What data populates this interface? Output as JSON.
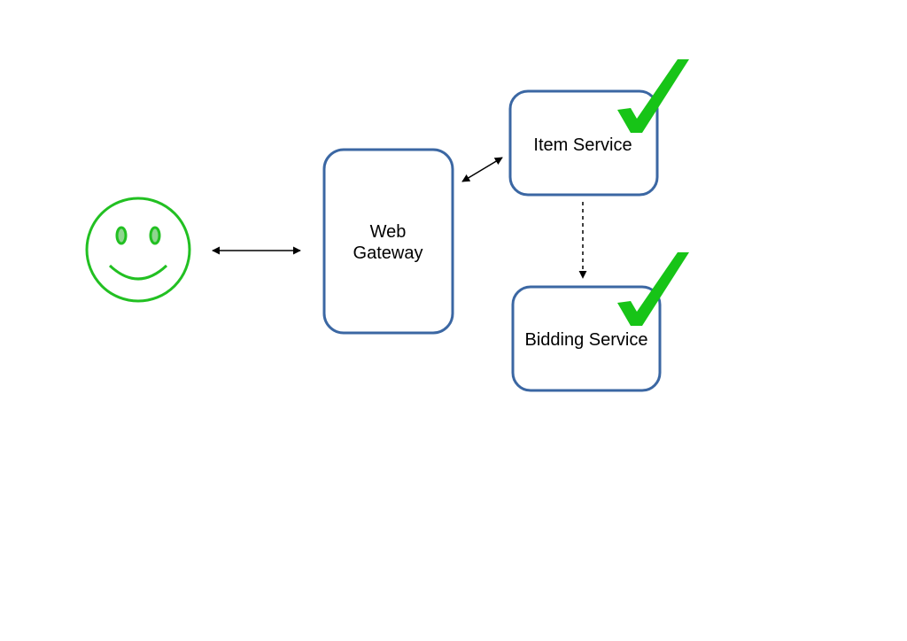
{
  "diagram": {
    "nodes": {
      "user": {
        "icon": "smiley-face-icon"
      },
      "gateway": {
        "line1": "Web",
        "line2": "Gateway"
      },
      "item_service": {
        "label": "Item Service",
        "status_icon": "checkmark-icon"
      },
      "bidding_service": {
        "label": "Bidding Service",
        "status_icon": "checkmark-icon"
      }
    },
    "edges": [
      {
        "from": "user",
        "to": "gateway",
        "style": "solid",
        "direction": "both"
      },
      {
        "from": "gateway",
        "to": "item_service",
        "style": "solid",
        "direction": "both"
      },
      {
        "from": "item_service",
        "to": "bidding_service",
        "style": "dashed",
        "direction": "forward"
      }
    ],
    "colors": {
      "box_stroke": "#3b67a3",
      "smiley": "#22c022",
      "check": "#17c417",
      "arrow": "#000000"
    }
  }
}
